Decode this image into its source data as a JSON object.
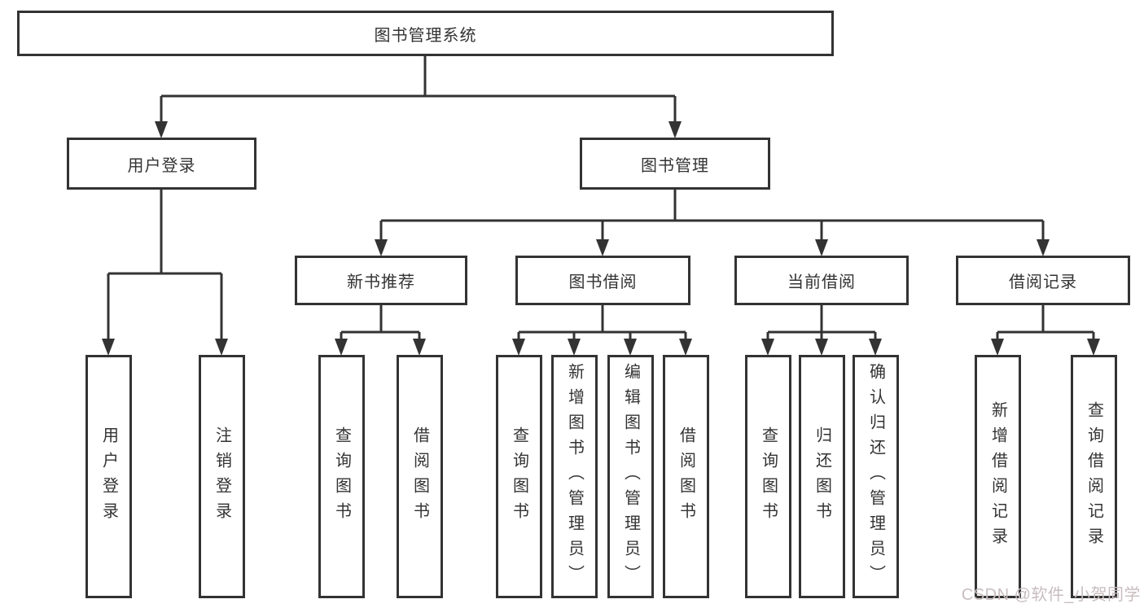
{
  "diagram": {
    "root": "图书管理系统",
    "user_login_branch": {
      "label": "用户登录",
      "children": [
        "用户登录",
        "注销登录"
      ]
    },
    "book_management_branch": {
      "label": "图书管理",
      "groups": [
        {
          "label": "新书推荐",
          "children": [
            "查询图书",
            "借阅图书"
          ]
        },
        {
          "label": "图书借阅",
          "children": [
            "查询图书",
            "新增图书（管理员）",
            "编辑图书（管理员）",
            "借阅图书"
          ]
        },
        {
          "label": "当前借阅",
          "children": [
            "查询图书",
            "归还图书",
            "确认归还（管理员）"
          ]
        },
        {
          "label": "借阅记录",
          "children": [
            "新增借阅记录",
            "查询借阅记录"
          ]
        }
      ]
    },
    "colors": {
      "line": "#333333",
      "text": "#333333",
      "watermark": "#c8bdbf"
    },
    "watermark": "CSDN @软件_小贺同学"
  }
}
